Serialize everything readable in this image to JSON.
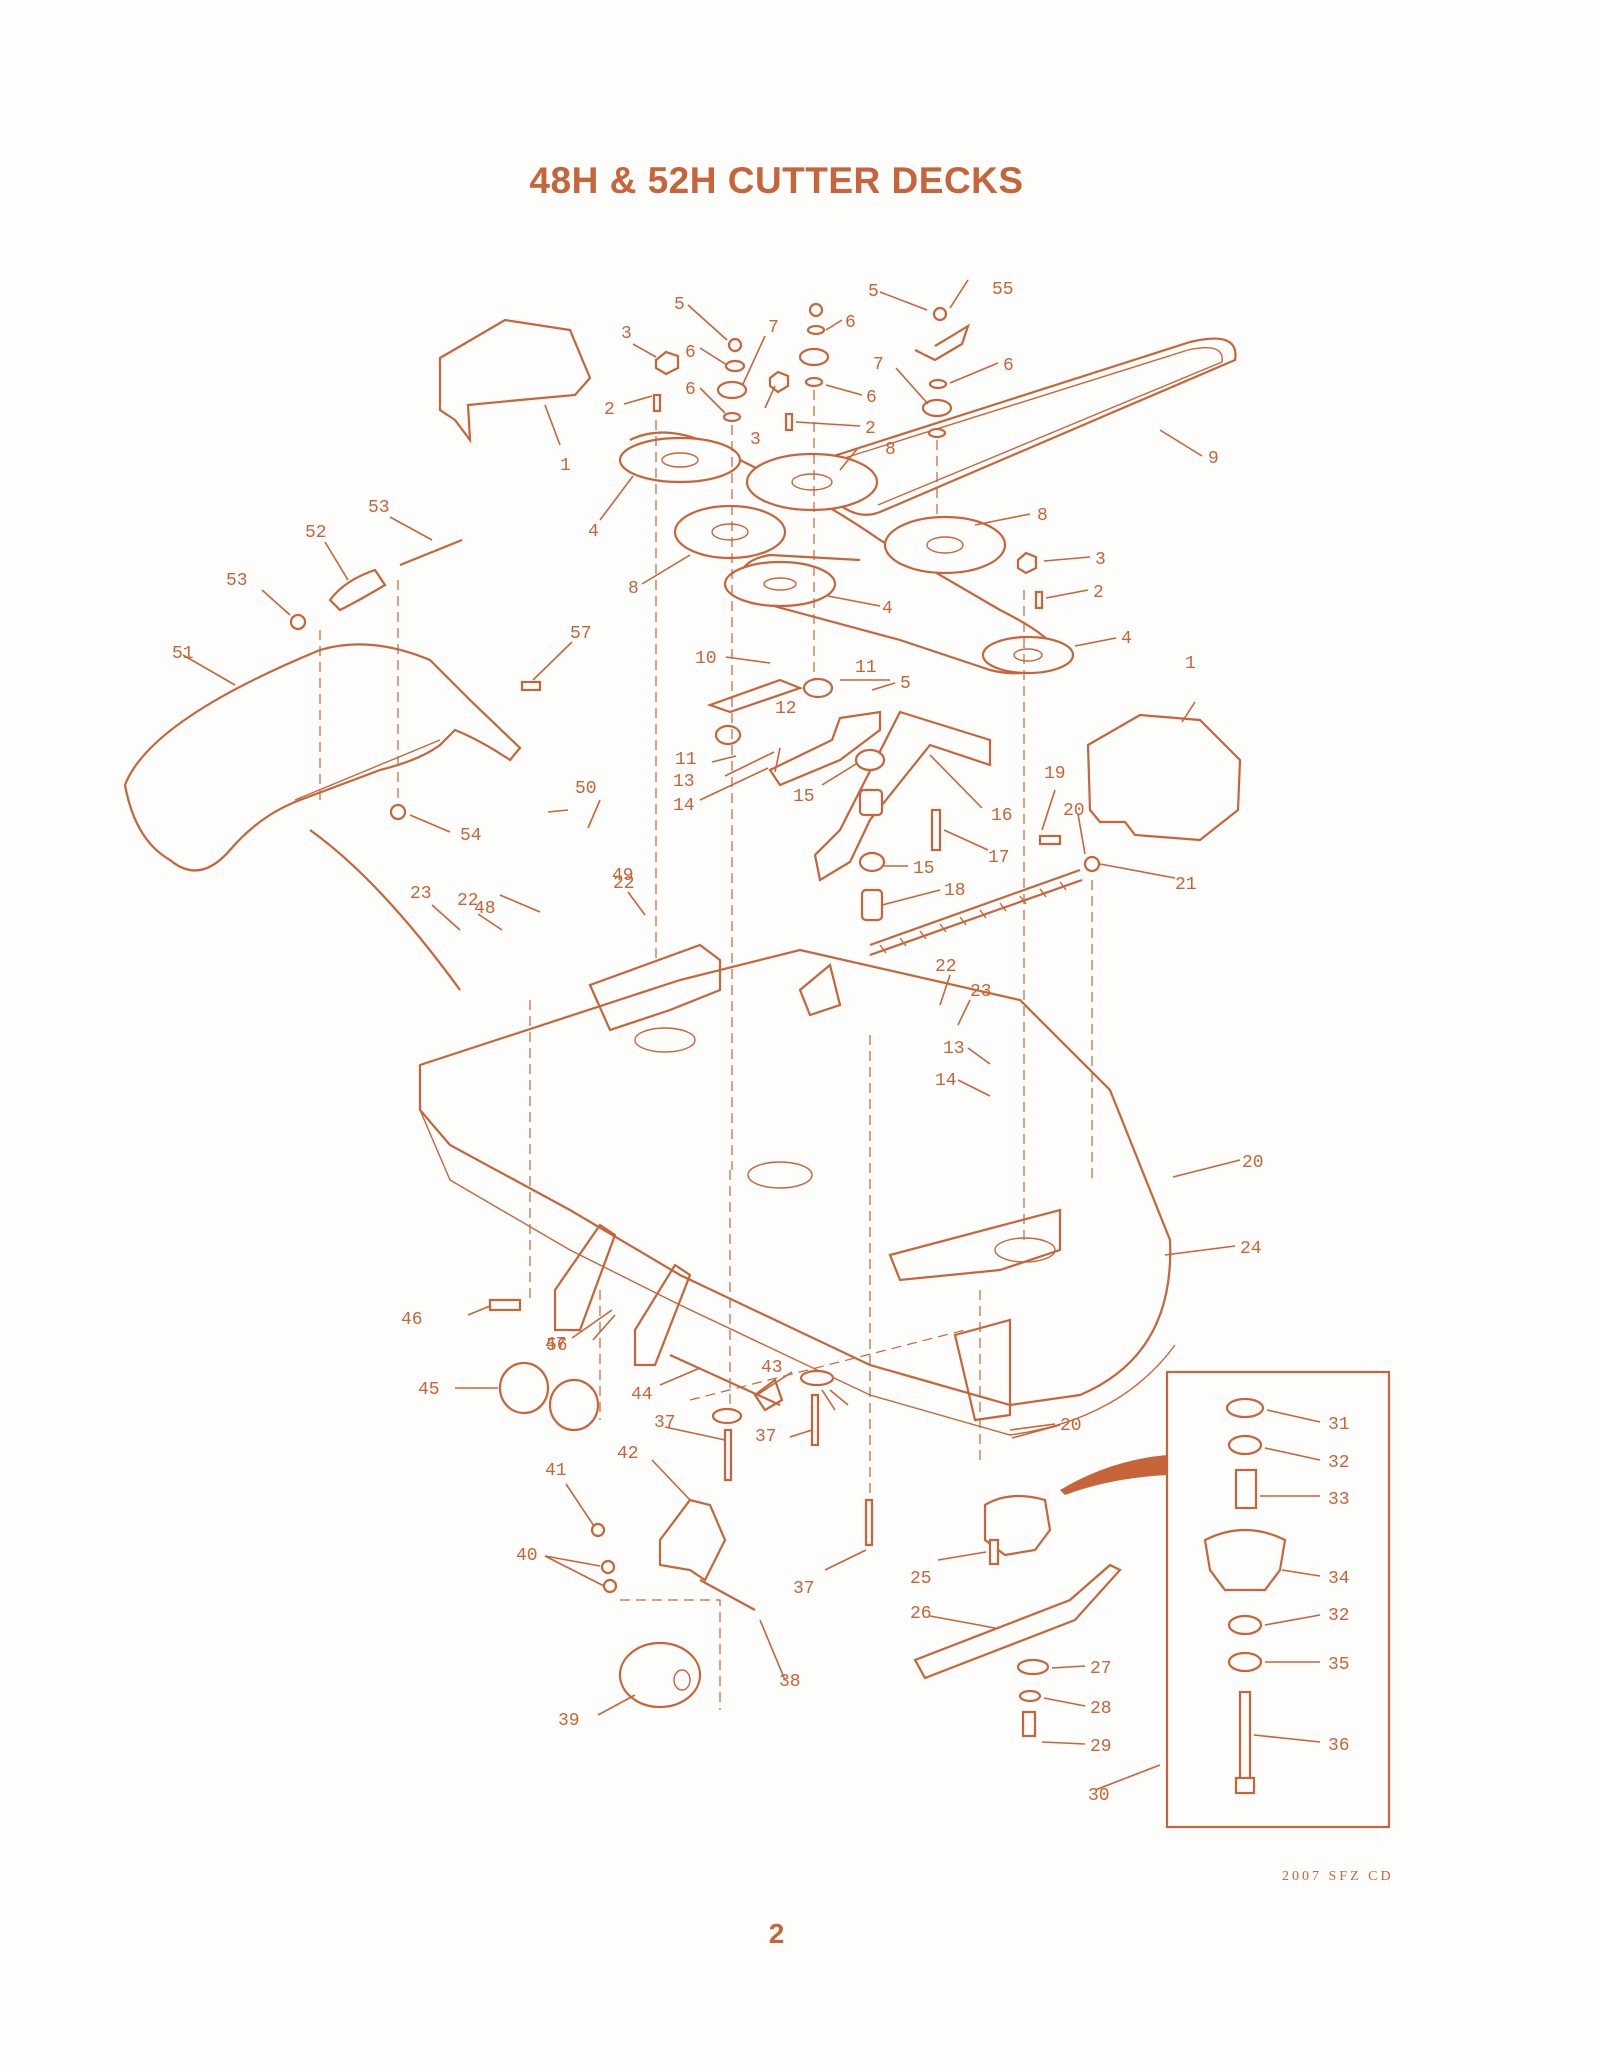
{
  "title": "48H & 52H CUTTER DECKS",
  "page_number": "2",
  "diagram_code": "2007 SFZ CD",
  "accent_color": "#c8643a",
  "callouts": [
    {
      "id": "c1a",
      "text": "1"
    },
    {
      "id": "c1b",
      "text": "1"
    },
    {
      "id": "c2a",
      "text": "2"
    },
    {
      "id": "c2b",
      "text": "2"
    },
    {
      "id": "c2c",
      "text": "2"
    },
    {
      "id": "c3a",
      "text": "3"
    },
    {
      "id": "c3b",
      "text": "3"
    },
    {
      "id": "c3c",
      "text": "3"
    },
    {
      "id": "c4a",
      "text": "4"
    },
    {
      "id": "c4b",
      "text": "4"
    },
    {
      "id": "c4c",
      "text": "4"
    },
    {
      "id": "c5a",
      "text": "5"
    },
    {
      "id": "c5b",
      "text": "5"
    },
    {
      "id": "c5c",
      "text": "5"
    },
    {
      "id": "c6a",
      "text": "6"
    },
    {
      "id": "c6b",
      "text": "6"
    },
    {
      "id": "c6c",
      "text": "6"
    },
    {
      "id": "c6d",
      "text": "6"
    },
    {
      "id": "c6e",
      "text": "6"
    },
    {
      "id": "c7a",
      "text": "7"
    },
    {
      "id": "c7b",
      "text": "7"
    },
    {
      "id": "c8a",
      "text": "8"
    },
    {
      "id": "c8b",
      "text": "8"
    },
    {
      "id": "c8c",
      "text": "8"
    },
    {
      "id": "c9",
      "text": "9"
    },
    {
      "id": "c10",
      "text": "10"
    },
    {
      "id": "c11a",
      "text": "11"
    },
    {
      "id": "c11b",
      "text": "11"
    },
    {
      "id": "c12",
      "text": "12"
    },
    {
      "id": "c13a",
      "text": "13"
    },
    {
      "id": "c13b",
      "text": "13"
    },
    {
      "id": "c14a",
      "text": "14"
    },
    {
      "id": "c14b",
      "text": "14"
    },
    {
      "id": "c15a",
      "text": "15"
    },
    {
      "id": "c15b",
      "text": "15"
    },
    {
      "id": "c16",
      "text": "16"
    },
    {
      "id": "c17",
      "text": "17"
    },
    {
      "id": "c18",
      "text": "18"
    },
    {
      "id": "c19",
      "text": "19"
    },
    {
      "id": "c20a",
      "text": "20"
    },
    {
      "id": "c20b",
      "text": "20"
    },
    {
      "id": "c20c",
      "text": "20"
    },
    {
      "id": "c21",
      "text": "21"
    },
    {
      "id": "c22a",
      "text": "22"
    },
    {
      "id": "c22b",
      "text": "22"
    },
    {
      "id": "c22c",
      "text": "22"
    },
    {
      "id": "c23a",
      "text": "23"
    },
    {
      "id": "c23b",
      "text": "23"
    },
    {
      "id": "c24",
      "text": "24"
    },
    {
      "id": "c25",
      "text": "25"
    },
    {
      "id": "c26",
      "text": "26"
    },
    {
      "id": "c27",
      "text": "27"
    },
    {
      "id": "c28",
      "text": "28"
    },
    {
      "id": "c29",
      "text": "29"
    },
    {
      "id": "c30",
      "text": "30"
    },
    {
      "id": "c31",
      "text": "31"
    },
    {
      "id": "c32a",
      "text": "32"
    },
    {
      "id": "c32b",
      "text": "32"
    },
    {
      "id": "c33",
      "text": "33"
    },
    {
      "id": "c34",
      "text": "34"
    },
    {
      "id": "c35",
      "text": "35"
    },
    {
      "id": "c36",
      "text": "36"
    },
    {
      "id": "c37a",
      "text": "37"
    },
    {
      "id": "c37b",
      "text": "37"
    },
    {
      "id": "c37c",
      "text": "37"
    },
    {
      "id": "c38",
      "text": "38"
    },
    {
      "id": "c39",
      "text": "39"
    },
    {
      "id": "c40",
      "text": "40"
    },
    {
      "id": "c41",
      "text": "41"
    },
    {
      "id": "c42",
      "text": "42"
    },
    {
      "id": "c43",
      "text": "43"
    },
    {
      "id": "c44",
      "text": "44"
    },
    {
      "id": "c45",
      "text": "45"
    },
    {
      "id": "c46",
      "text": "46"
    },
    {
      "id": "c47",
      "text": "47"
    },
    {
      "id": "c48",
      "text": "48"
    },
    {
      "id": "c49",
      "text": "49"
    },
    {
      "id": "c50",
      "text": "50"
    },
    {
      "id": "c51",
      "text": "51"
    },
    {
      "id": "c52",
      "text": "52"
    },
    {
      "id": "c53a",
      "text": "53"
    },
    {
      "id": "c53b",
      "text": "53"
    },
    {
      "id": "c54",
      "text": "54"
    },
    {
      "id": "c55",
      "text": "55"
    },
    {
      "id": "c56",
      "text": "56"
    },
    {
      "id": "c57",
      "text": "57"
    }
  ]
}
